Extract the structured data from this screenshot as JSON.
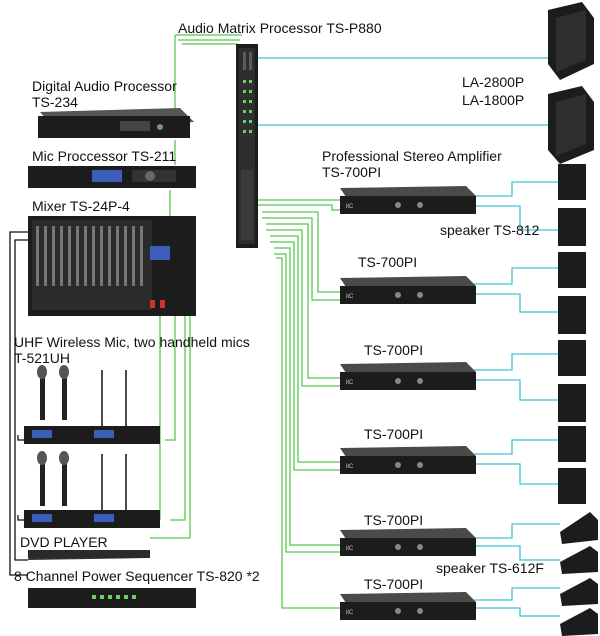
{
  "labels": {
    "matrix": "Audio Matrix Processor TS-P880",
    "digital_processor_line1": "Digital  Audio Processor",
    "digital_processor_line2": "TS-234",
    "mic_processor": "Mic Proccessor TS-211",
    "mixer": "Mixer TS-24P-4",
    "uhf_line1": "UHF Wireless Mic, two handheld mics",
    "uhf_line2": "T-521UH",
    "dvd": "DVD PLAYER",
    "sequencer": "8 Channel Power Sequencer TS-820 *2",
    "line_array_1": "LA-2800P",
    "line_array_2": "LA-1800P",
    "amp_heading_line1": "Professional Stereo Amplifier",
    "amp_heading_line2": "TS-700PI",
    "speaker_812": "speaker TS-812",
    "amp_2": "TS-700PI",
    "amp_3": "TS-700PI",
    "amp_4": "TS-700PI",
    "amp_5": "TS-700PI",
    "amp_6": "TS-700PI",
    "speaker_612f": "speaker TS-612F"
  },
  "device_logo": "itC",
  "colors": {
    "cyan_wire": "#3cc4d8",
    "green_wire": "#57c84e",
    "black_wire": "#111111",
    "device_dark": "#1c1c1c"
  }
}
